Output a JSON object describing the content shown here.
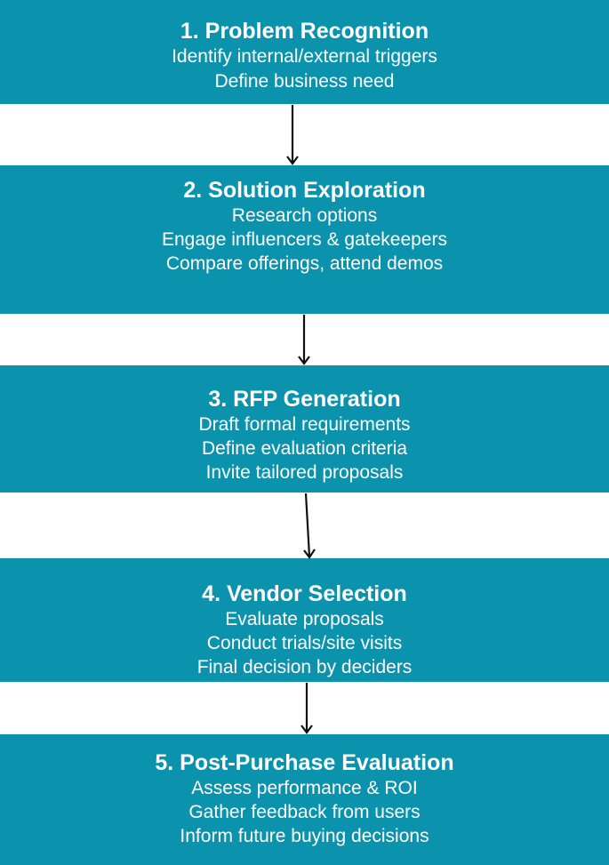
{
  "steps": [
    {
      "title": "1. Problem Recognition",
      "lines": [
        "Identify internal/external triggers",
        "Define business need"
      ]
    },
    {
      "title": "2. Solution Exploration",
      "lines": [
        "Research options",
        "Engage influencers & gatekeepers",
        "Compare offerings, attend demos"
      ]
    },
    {
      "title": "3. RFP Generation",
      "lines": [
        "Draft formal requirements",
        "Define evaluation criteria",
        "Invite tailored proposals"
      ]
    },
    {
      "title": "4. Vendor Selection",
      "lines": [
        "Evaluate proposals",
        "Conduct trials/site visits",
        "Final decision by deciders"
      ]
    },
    {
      "title": "5. Post-Purchase Evaluation",
      "lines": [
        "Assess performance & ROI",
        "Gather feedback from users",
        "Inform future buying decisions"
      ]
    }
  ],
  "colors": {
    "box_fill": "#0b93ad",
    "text": "#ffffff",
    "arrow": "#111111",
    "background": "#ffffff"
  }
}
